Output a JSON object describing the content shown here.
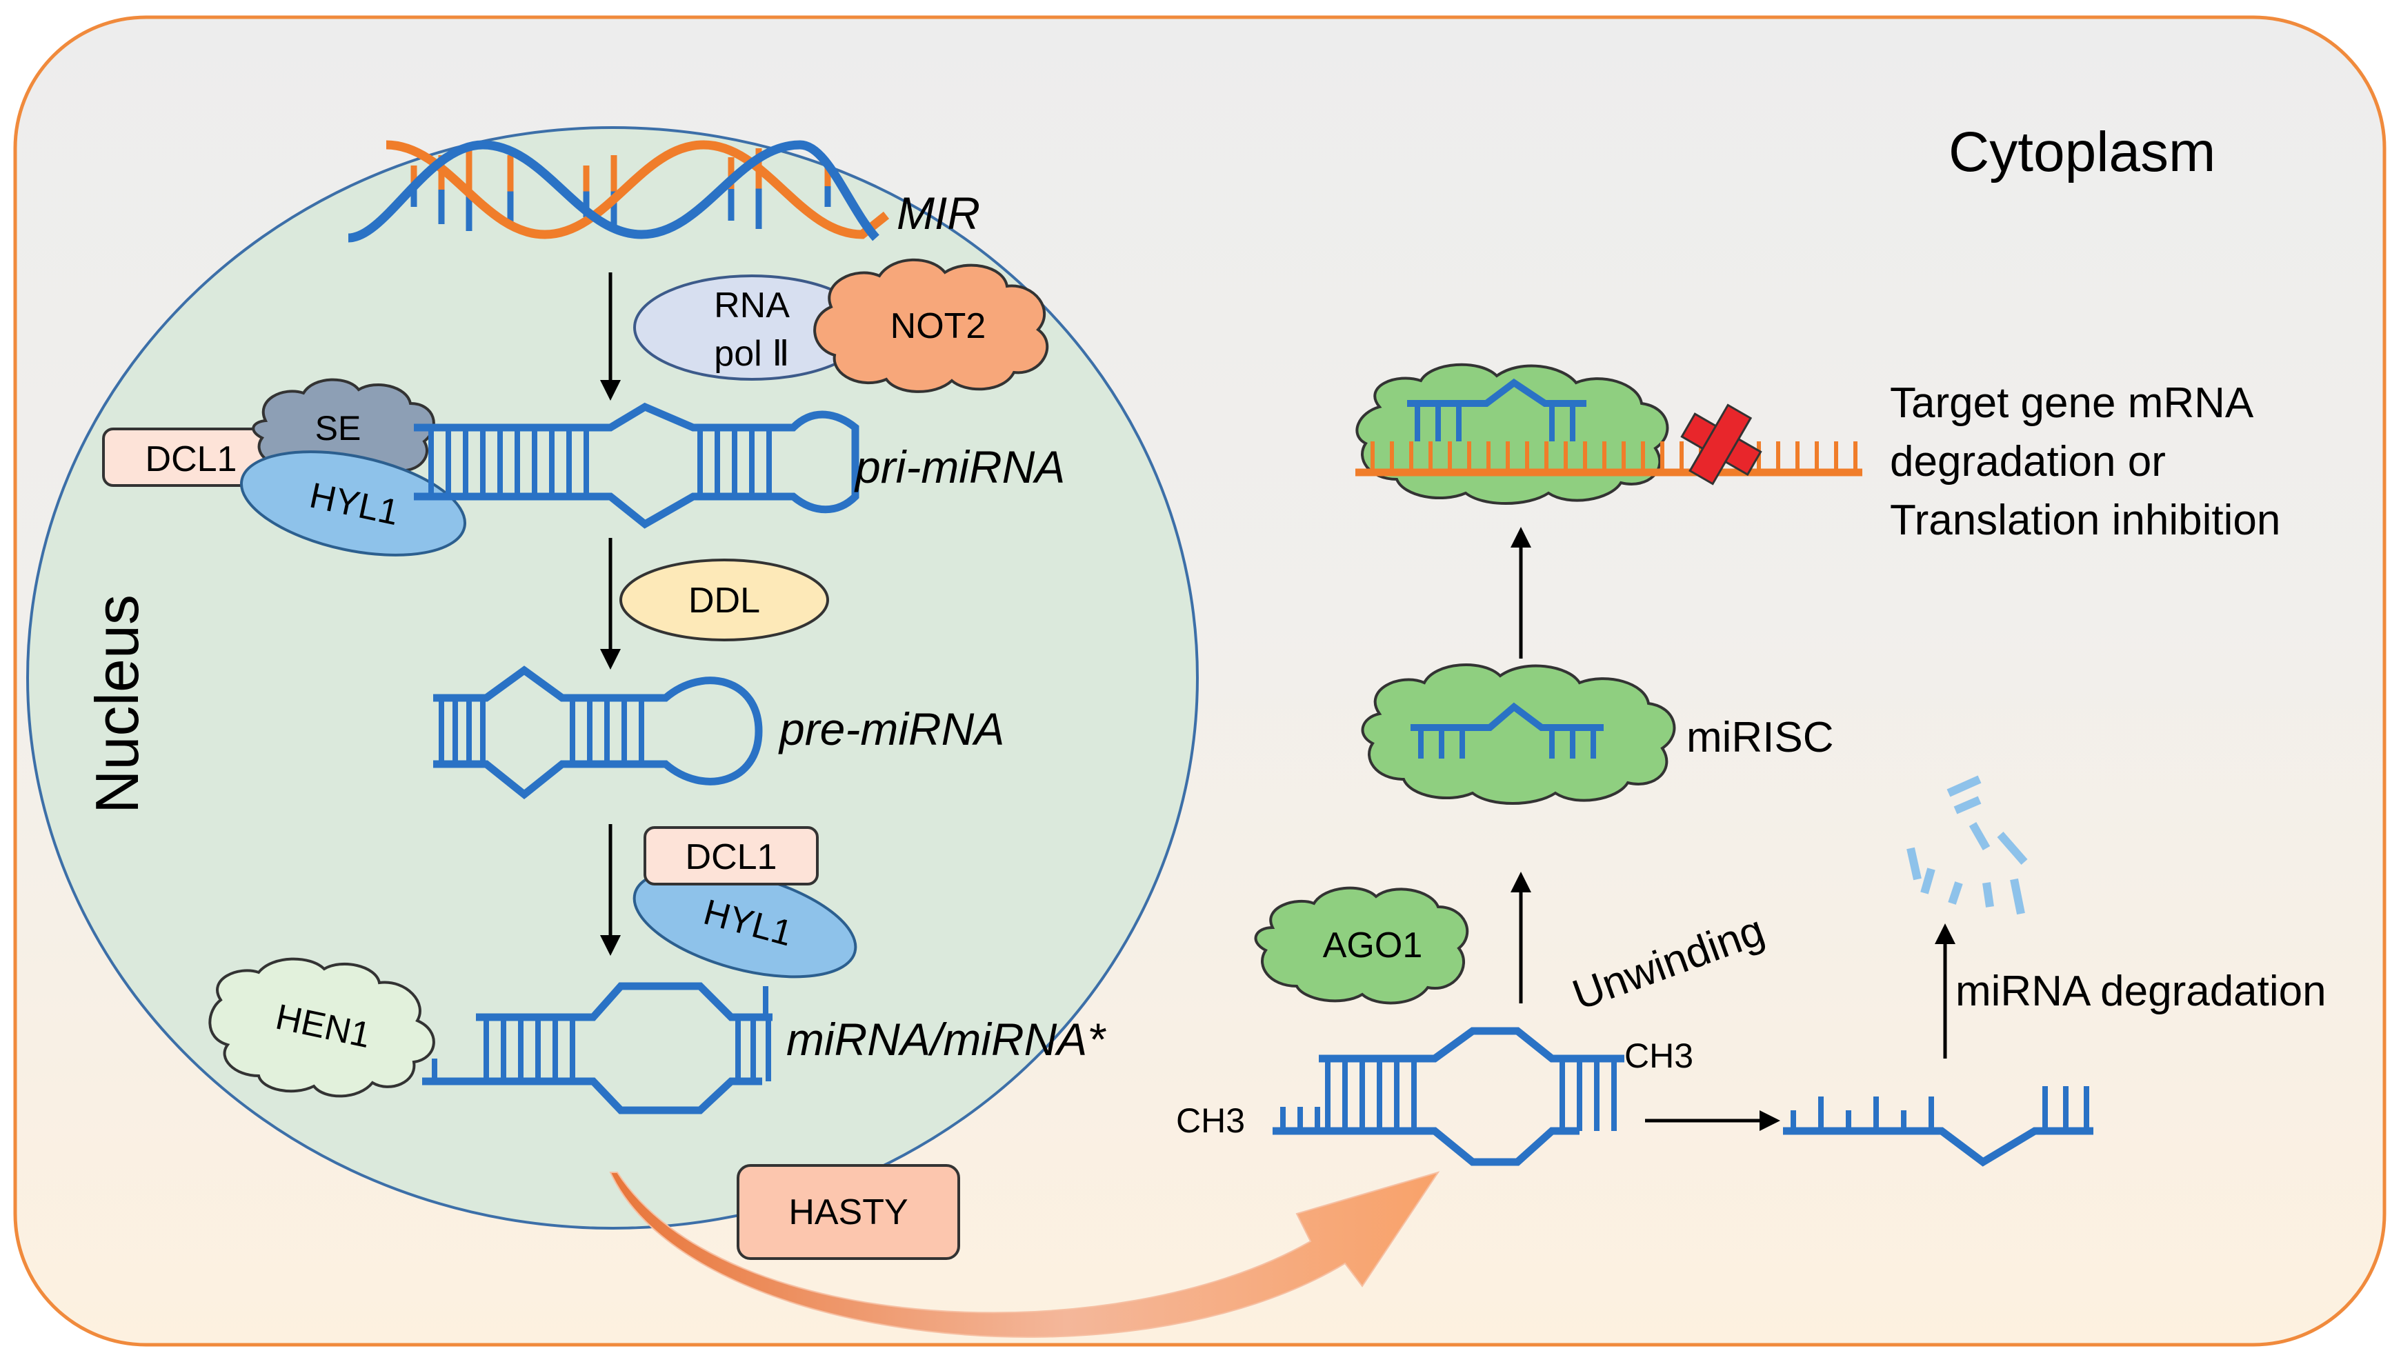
{
  "regions": {
    "cytoplasm": "Cytoplasm",
    "nucleus": "Nucleus"
  },
  "nucleus_labels": {
    "gene": "MIR",
    "pri": "pri-miRNA",
    "pre": "pre-miRNA",
    "duplex": "miRNA/miRNA*"
  },
  "proteins": {
    "rna_pol_line1": "RNA",
    "rna_pol_line2": "pol Ⅱ",
    "not2": "NOT2",
    "se": "SE",
    "dcl1_a": "DCL1",
    "hyl1_a": "HYL1",
    "ddl": "DDL",
    "dcl1_b": "DCL1",
    "hyl1_b": "HYL1",
    "hen1": "HEN1",
    "hasty": "HASTY",
    "ago1": "AGO1"
  },
  "cytoplasm_labels": {
    "methyl_left": "CH3",
    "methyl_right": "CH3",
    "unwinding": "Unwinding",
    "mirisc": "miRISC",
    "degradation": "miRNA degradation",
    "target_line1": "Target gene mRNA",
    "target_line2": "degradation or",
    "target_line3": "Translation inhibition"
  },
  "colors": {
    "outline_orange": "#f08a3c",
    "rna_blue": "#2a72c5",
    "dna_orange": "#f07d2a",
    "nucleus_fill": "#dbe9dc",
    "cloud_green": "#8fcf80",
    "hyl1_blue": "#8ec2ea",
    "dcl1_pink": "#fde3d8",
    "not2_orange": "#f7a77a",
    "se_gray": "#8d9fb5",
    "ddl_yellow": "#fde9b8",
    "hen1_green": "#e2f1dc",
    "inhibit_red": "#e8262b"
  }
}
